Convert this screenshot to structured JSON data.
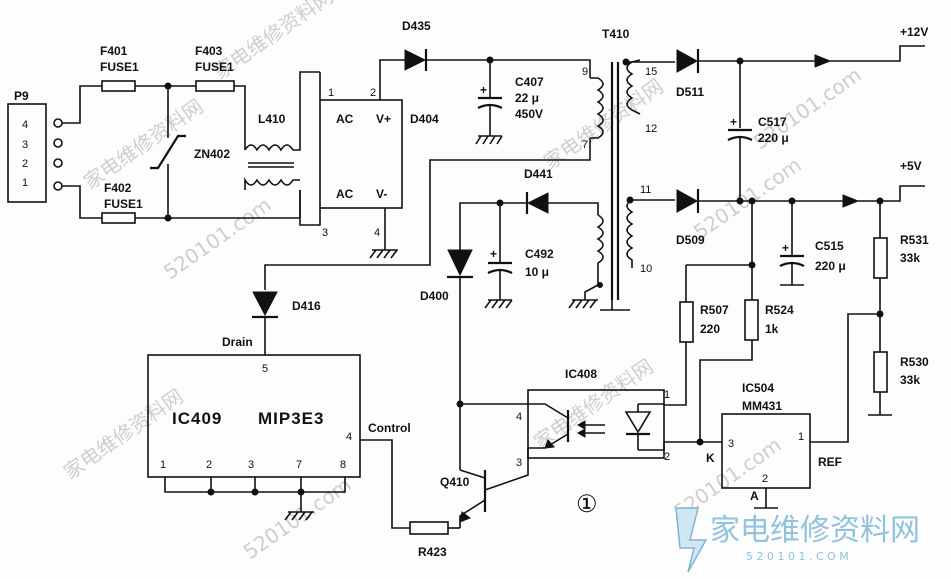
{
  "labels": {
    "p9": "P9",
    "f401": "F401",
    "f401v": "FUSE1",
    "f403": "F403",
    "f403v": "FUSE1",
    "f402": "F402",
    "f402v": "FUSE1",
    "zn402": "ZN402",
    "l410": "L410",
    "d435": "D435",
    "d404": "D404",
    "ac1": "AC",
    "ac2": "AC",
    "vp": "V+",
    "vm": "V-",
    "c407": "C407",
    "c407v": "22 μ",
    "c407w": "450V",
    "t410": "T410",
    "d511": "D511",
    "c517": "C517",
    "c517v": "220 μ",
    "v12": "+12V",
    "v5": "+5V",
    "d509": "D509",
    "c515": "C515",
    "c515v": "220 μ",
    "r531": "R531",
    "r531v": "33k",
    "r530": "R530",
    "r530v": "33k",
    "d441": "D441",
    "c492": "C492",
    "c492v": "10 μ",
    "d400": "D400",
    "r507": "R507",
    "r507v": "220",
    "r524": "R524",
    "r524v": "1k",
    "ic408": "IC408",
    "ic504": "IC504",
    "ic504v": "MM431",
    "d416": "D416",
    "drain": "Drain",
    "ic409": "IC409",
    "mip": "MIP3E3",
    "control": "Control",
    "q410": "Q410",
    "r423": "R423",
    "k": "K",
    "a": "A",
    "ref": "REF",
    "circled": "①"
  },
  "pins": {
    "p9": [
      "4",
      "3",
      "2",
      "1"
    ],
    "d404": {
      "p1": "1",
      "p2": "2",
      "p3": "3",
      "p4": "4"
    },
    "t410": {
      "p9": "9",
      "p7": "7",
      "p15": "15",
      "p12": "12",
      "p11": "11",
      "p10": "10"
    },
    "ic409": {
      "p5": "5",
      "p4": "4",
      "p1": "1",
      "p2": "2",
      "p3": "3",
      "p7": "7",
      "p8": "8"
    },
    "ic408": {
      "p1": "1",
      "p2": "2",
      "p3": "3",
      "p4": "4"
    },
    "ic504": {
      "p1": "1",
      "p2": "2",
      "p3": "3"
    }
  },
  "watermark": {
    "site": "家电维修资料网",
    "url": "520101.com",
    "brand": "家电维修资料网",
    "brand_url": "5 2 0 1 0 1 . C O M"
  }
}
